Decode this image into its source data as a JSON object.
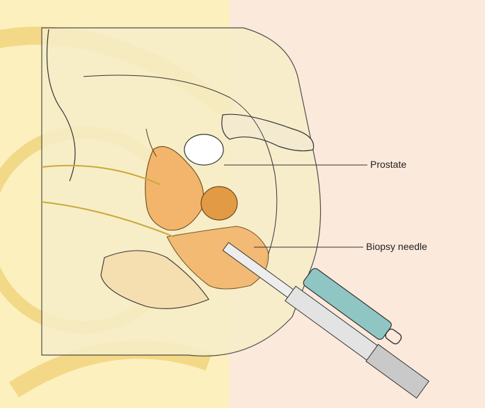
{
  "labels": {
    "prostate": "Prostate",
    "biopsy_needle": "Biopsy needle"
  },
  "colors": {
    "background": "#fbe9dc",
    "body_fill": "#f7eec9",
    "organ_orange": "#f2b56b",
    "organ_dark": "#e39a45",
    "bladder_fill": "#f5dfb0",
    "syringe_teal": "#8fc6c4",
    "instrument_grey": "#c9c9c9",
    "watermark_yellow": "#f3e24a",
    "line": "#333333"
  },
  "icons": {
    "watermark": "university-seal-watermark"
  }
}
